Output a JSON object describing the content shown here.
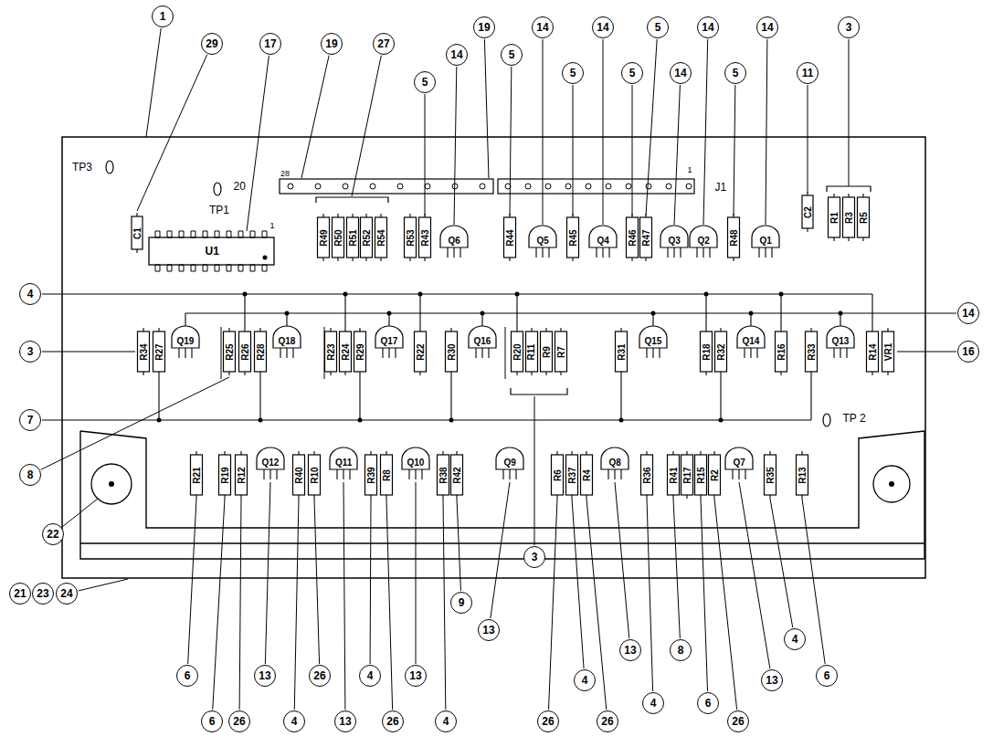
{
  "diagram": {
    "nodes": [
      {
        "text": [
          "1"
        ]
      },
      {
        "text": [
          "19"
        ]
      },
      {
        "text": [
          "14"
        ]
      },
      {
        "text": [
          "14"
        ]
      },
      {
        "text": [
          "5"
        ]
      },
      {
        "text": [
          "14"
        ]
      },
      {
        "text": [
          "14"
        ]
      },
      {
        "text": [
          "3"
        ]
      },
      {
        "text": [
          "29"
        ]
      },
      {
        "text": [
          "17"
        ]
      },
      {
        "text": [
          "19"
        ]
      },
      {
        "text": [
          "27"
        ]
      },
      {
        "text": [
          "14"
        ]
      },
      {
        "text": [
          "5"
        ]
      },
      {
        "text": [
          "5"
        ]
      },
      {
        "text": [
          "5"
        ]
      },
      {
        "text": [
          "14"
        ]
      },
      {
        "text": [
          "5"
        ]
      },
      {
        "text": [
          "11"
        ]
      },
      {
        "text": [
          "5"
        ]
      },
      {
        "text": [
          "4"
        ]
      },
      {
        "text": [
          "14"
        ]
      },
      {
        "text": [
          "3"
        ]
      },
      {
        "text": [
          "16"
        ]
      },
      {
        "text": [
          "7"
        ]
      },
      {
        "text": [
          "8"
        ]
      },
      {
        "text": [
          "22"
        ]
      },
      {
        "text": [
          "3"
        ]
      },
      {
        "text": [
          "21"
        ]
      },
      {
        "text": [
          "23"
        ]
      },
      {
        "text": [
          "24"
        ]
      },
      {
        "text": [
          "9"
        ]
      },
      {
        "text": [
          "13"
        ]
      },
      {
        "text": [
          "13"
        ]
      },
      {
        "text": [
          "8"
        ]
      },
      {
        "text": [
          "4"
        ]
      },
      {
        "text": [
          "6"
        ]
      },
      {
        "text": [
          "13"
        ]
      },
      {
        "text": [
          "26"
        ]
      },
      {
        "text": [
          "4"
        ]
      },
      {
        "text": [
          "13"
        ]
      },
      {
        "text": [
          "4"
        ]
      },
      {
        "text": [
          "13"
        ]
      },
      {
        "text": [
          "6"
        ]
      },
      {
        "text": [
          "4"
        ]
      },
      {
        "text": [
          "6"
        ]
      },
      {
        "text": [
          "6"
        ]
      },
      {
        "text": [
          "26"
        ]
      },
      {
        "text": [
          "4"
        ]
      },
      {
        "text": [
          "13"
        ]
      },
      {
        "text": [
          "26"
        ]
      },
      {
        "text": [
          "4"
        ]
      },
      {
        "text": [
          "26"
        ]
      },
      {
        "text": [
          "26"
        ]
      },
      {
        "text": [
          "26"
        ]
      }
    ],
    "labels": [
      "TP3",
      "TP1",
      "20",
      "28",
      "J1",
      "1",
      "C2",
      "R1",
      "R3",
      "R5",
      "C1",
      "1",
      "U1",
      "R49",
      "R50",
      "R51",
      "R52",
      "R54",
      "R53",
      "R43",
      "Q6",
      "R44",
      "Q5",
      "R45",
      "Q4",
      "R46",
      "R47",
      "Q3",
      "Q2",
      "R48",
      "Q1",
      "R34",
      "R27",
      "Q19",
      "R25",
      "R26",
      "R28",
      "Q18",
      "R23",
      "R24",
      "R29",
      "Q17",
      "R22",
      "R30",
      "Q16",
      "R20",
      "R11",
      "R9",
      "R7",
      "R31",
      "Q15",
      "R18",
      "R32",
      "Q14",
      "R16",
      "R33",
      "Q13",
      "R14",
      "VR1",
      "TP 2",
      "R21",
      "R19",
      "R12",
      "Q12",
      "R40",
      "R10",
      "Q11",
      "R39",
      "R8",
      "Q10",
      "R38",
      "R42",
      "Q9",
      "R6",
      "R37",
      "R4",
      "Q8",
      "R36",
      "R41",
      "R17",
      "R15",
      "R2",
      "Q7",
      "R35",
      "R13"
    ]
  }
}
